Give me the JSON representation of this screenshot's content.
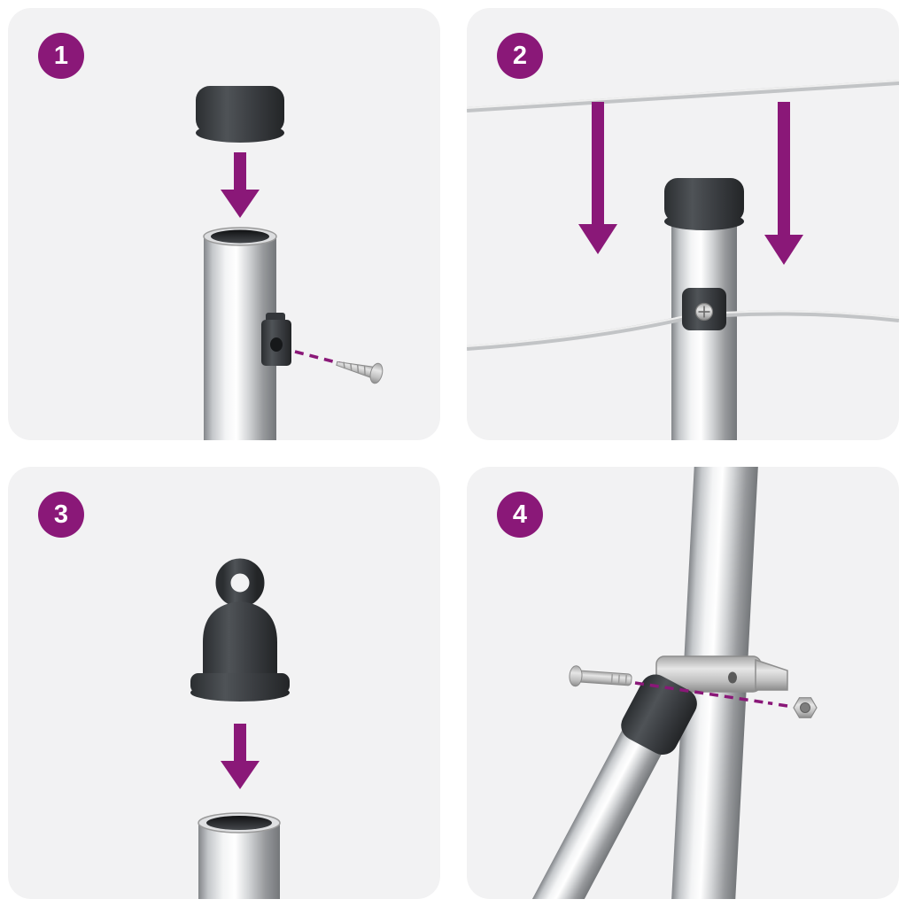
{
  "page": {
    "background": "#ffffff"
  },
  "panel": {
    "background": "#f2f2f3"
  },
  "colors": {
    "accent": "#8a1878",
    "badge_text": "#ffffff",
    "cap_dark": "#3a3d41",
    "metal_light": "#f4f5f6",
    "metal_dark": "#8f9295",
    "wire": "#c2c4c6"
  },
  "steps": [
    {
      "number": "1",
      "illustration": "press-cap-onto-post-and-attach-wire-holder",
      "parts": [
        "post-cap",
        "down-arrow",
        "metal-post",
        "wire-holder-bracket",
        "screw",
        "dashed-guide-line"
      ]
    },
    {
      "number": "2",
      "illustration": "run-tension-wires-through-clamp-on-capped-post",
      "parts": [
        "tension-wire-top",
        "down-arrow-left",
        "down-arrow-right",
        "metal-post",
        "post-cap",
        "tension-wire",
        "wire-clamp"
      ]
    },
    {
      "number": "3",
      "illustration": "press-eyelet-cap-onto-open-tube",
      "parts": [
        "eyelet-cap",
        "down-arrow",
        "open-tube"
      ]
    },
    {
      "number": "4",
      "illustration": "bolt-diagonal-brace-clamp-to-post",
      "parts": [
        "vertical-post",
        "brace-clamp",
        "diagonal-brace",
        "brace-connector",
        "bolt",
        "dashed-guide-line",
        "nut"
      ]
    }
  ]
}
